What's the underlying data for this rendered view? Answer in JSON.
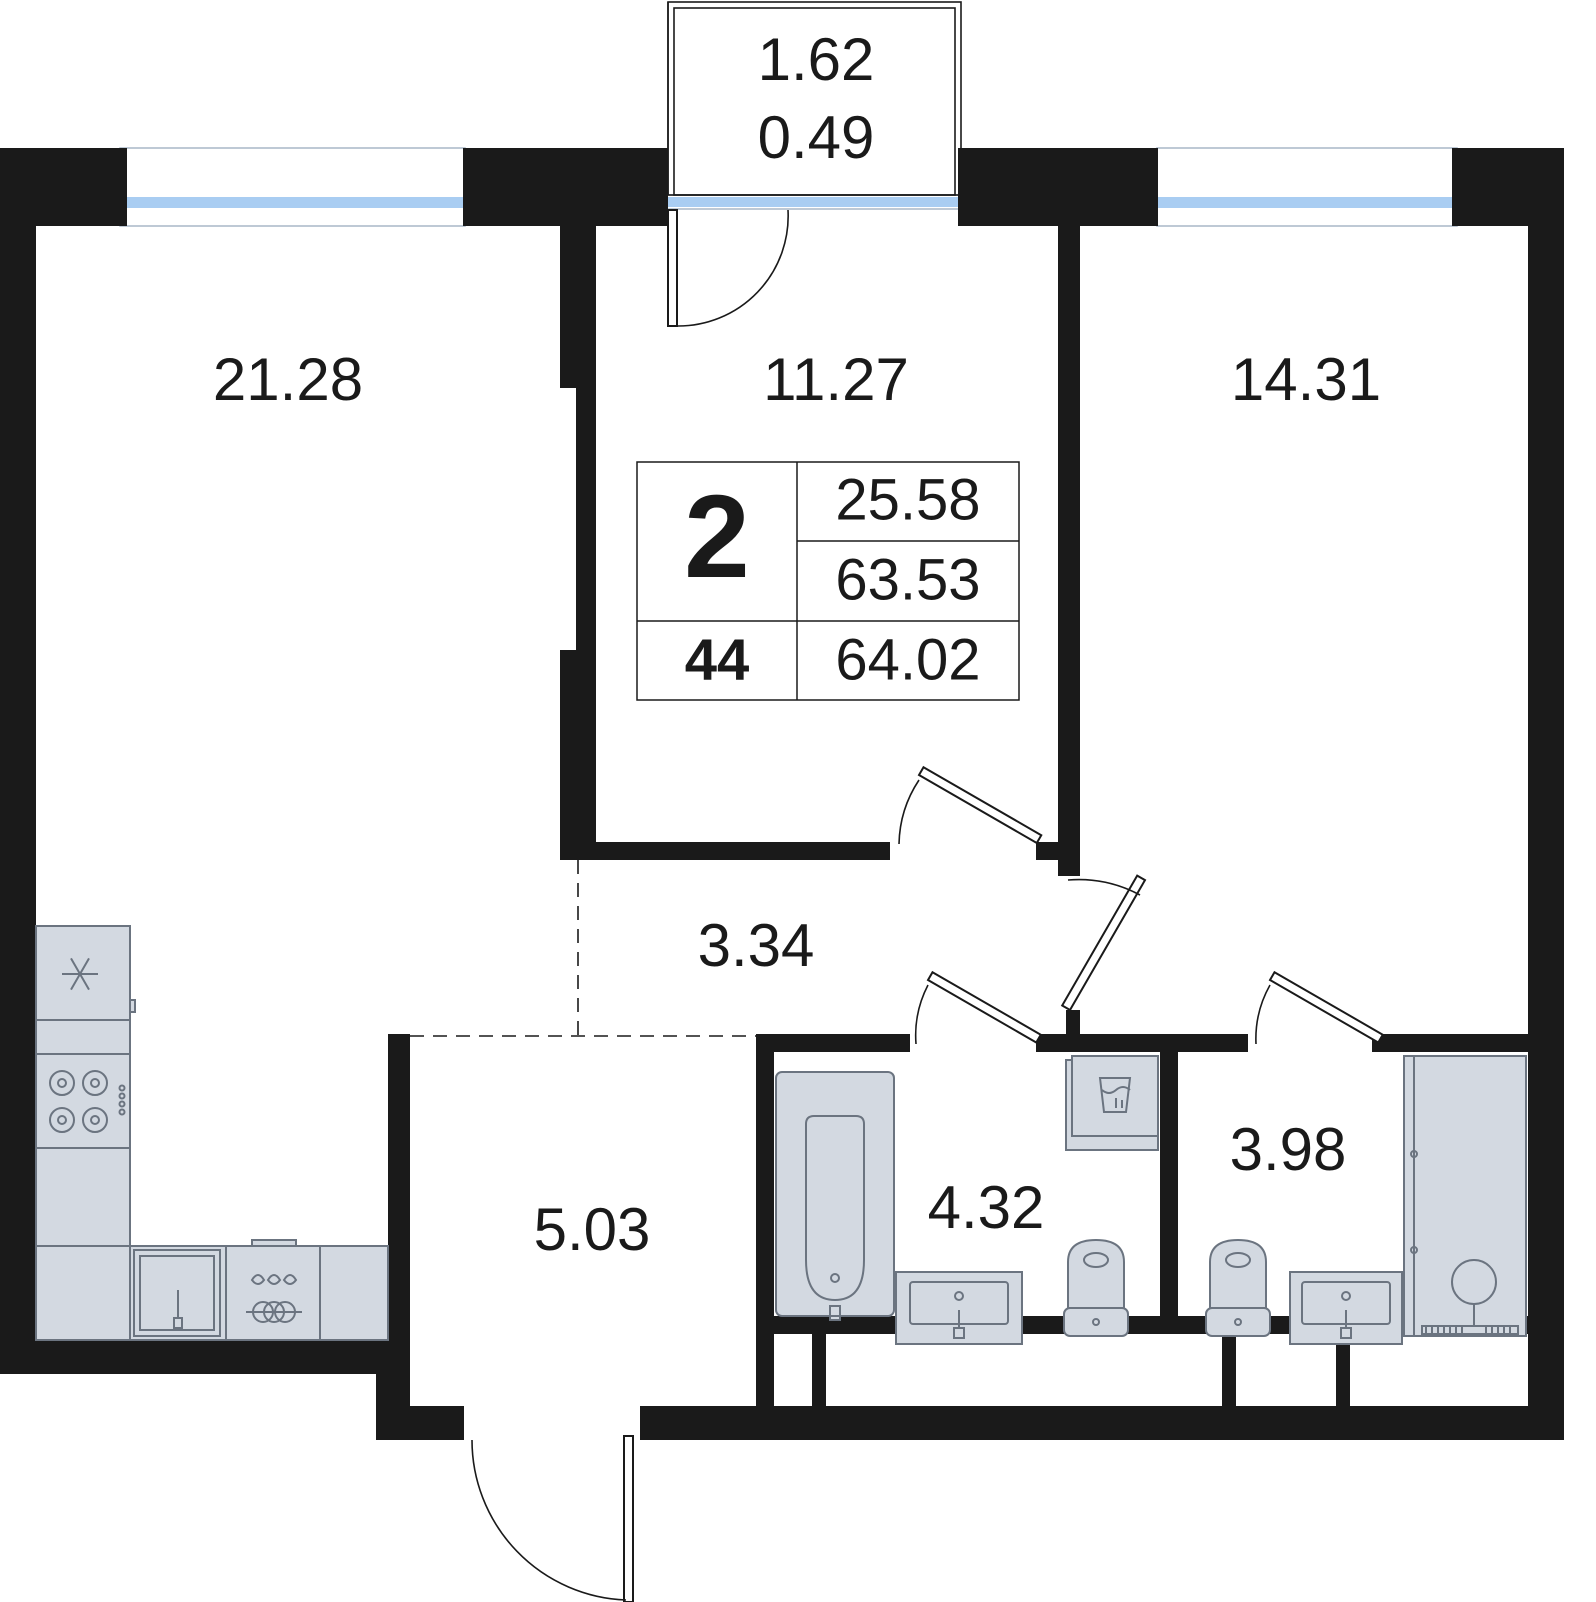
{
  "rooms": {
    "living_kitchen": "21.28",
    "bedroom_middle": "11.27",
    "bedroom_right": "14.31",
    "corridor": "3.34",
    "hall": "5.03",
    "bathroom": "4.32",
    "washroom": "3.98",
    "balcony_area": "1.62",
    "balcony_reduced": "0.49"
  },
  "info_box": {
    "room_count": "2",
    "apartment_number": "44",
    "living_area": "25.58",
    "total_area": "63.53",
    "total_area_with_balcony": "64.02"
  },
  "colors": {
    "wall": "#1a1a1a",
    "fixture_fill": "#d3d9e1",
    "fixture_stroke": "#6b7480",
    "window_glass": "#a9cdf2"
  },
  "icons": {
    "fridge": "snowflake-icon",
    "stove": "burner-icon",
    "sink": "faucet-icon"
  }
}
